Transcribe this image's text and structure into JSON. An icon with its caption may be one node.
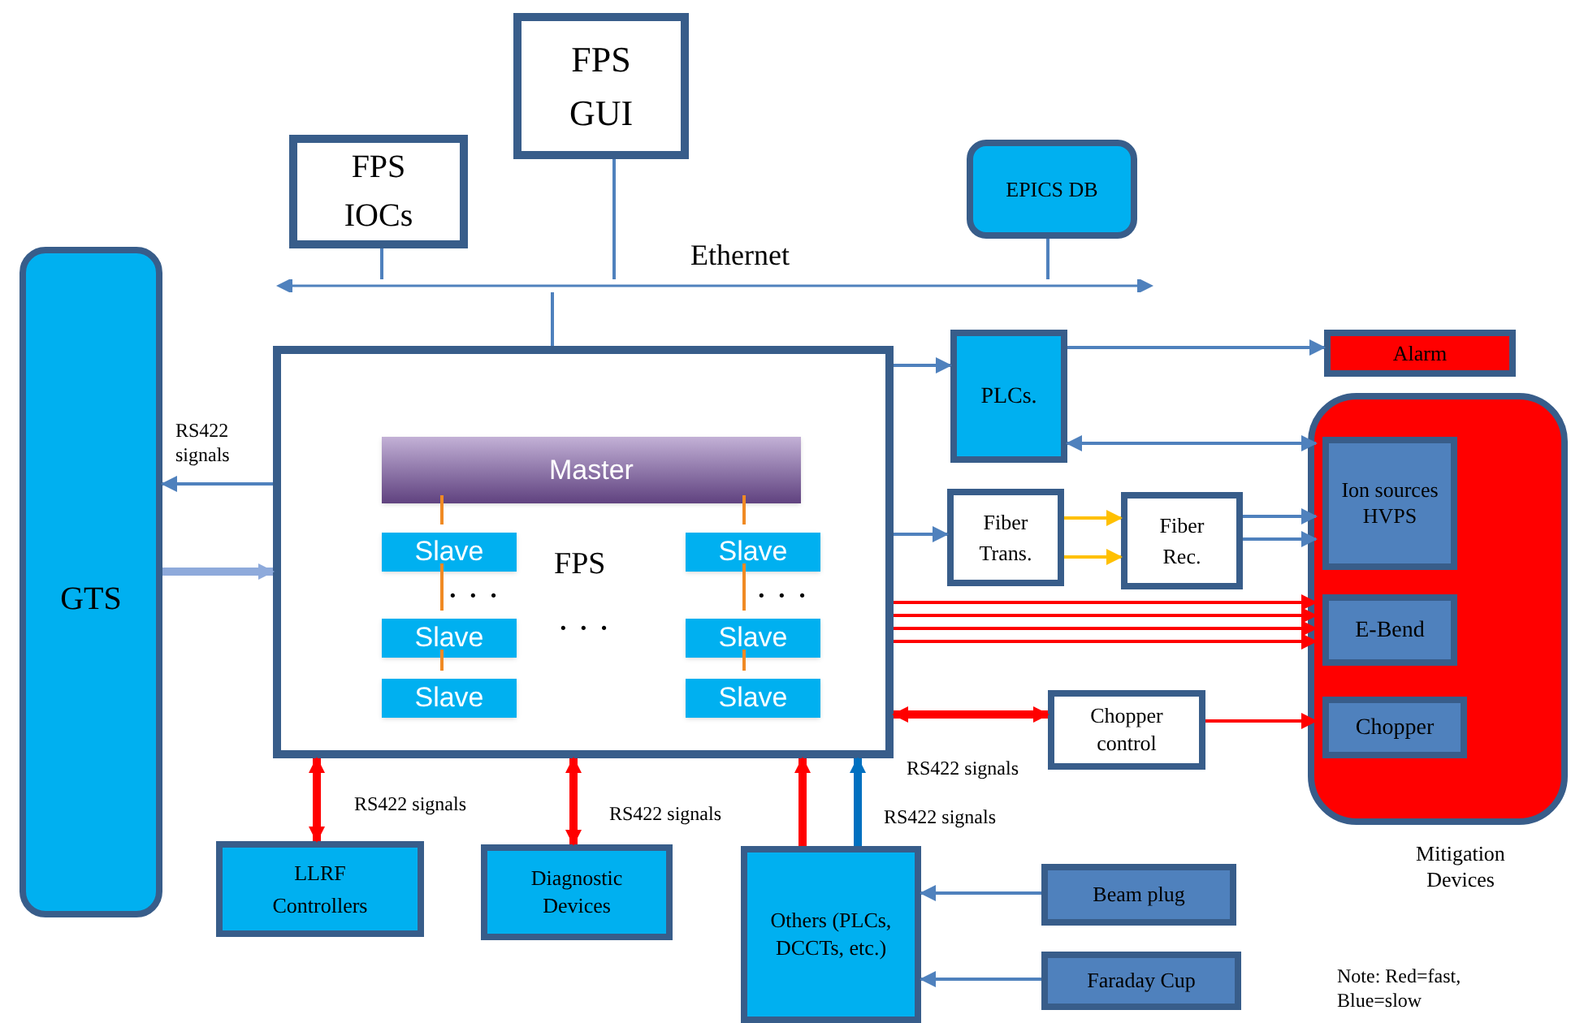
{
  "diagram": {
    "nodes": [
      {
        "text": [
          "FPS",
          "GUI"
        ]
      },
      {
        "text": [
          "FPS",
          "IOCs"
        ]
      },
      {
        "text": [
          "EPICS DB"
        ]
      },
      {
        "text": [
          "Ethernet"
        ]
      },
      {
        "text": [
          "GTS"
        ]
      },
      {
        "text": [
          "FPS"
        ]
      },
      {
        "text": [
          "Master"
        ],
        "in": 5
      },
      {
        "text": [
          "Slave"
        ],
        "in": 5
      },
      {
        "text": [
          "Slave"
        ],
        "in": 5
      },
      {
        "text": [
          "Slave"
        ],
        "in": 5
      },
      {
        "text": [
          "Slave"
        ],
        "in": 5
      },
      {
        "text": [
          "Slave"
        ],
        "in": 5
      },
      {
        "text": [
          "Slave"
        ],
        "in": 5
      },
      {
        "text": [
          "PLCs."
        ]
      },
      {
        "text": [
          "Alarm"
        ]
      },
      {
        "text": [
          "Mitigation Devices"
        ]
      },
      {
        "text": [
          "Ion sources",
          "HVPS"
        ],
        "in": 15
      },
      {
        "text": [
          "E-Bend"
        ],
        "in": 15
      },
      {
        "text": [
          "Chopper"
        ],
        "in": 15
      },
      {
        "text": [
          "Fiber",
          "Trans."
        ]
      },
      {
        "text": [
          "Fiber",
          "Rec."
        ]
      },
      {
        "text": [
          "Chopper control"
        ]
      },
      {
        "text": [
          "LLRF",
          "Controllers"
        ]
      },
      {
        "text": [
          "Diagnostic Devices"
        ]
      },
      {
        "text": [
          "Others (PLCs, DCCTs, etc.)"
        ]
      },
      {
        "text": [
          "Beam plug"
        ]
      },
      {
        "text": [
          "Faraday Cup"
        ]
      }
    ],
    "edges": [
      {
        "from": 0,
        "to": 3,
        "arrow": "none"
      },
      {
        "from": 1,
        "to": 3,
        "arrow": "none"
      },
      {
        "from": 2,
        "to": 3,
        "arrow": "none"
      },
      {
        "from": 5,
        "to": 3,
        "arrow": "none"
      },
      {
        "from": 5,
        "to": 4,
        "arrow": "to",
        "label": "RS422 signals"
      },
      {
        "from": 4,
        "to": 5,
        "arrow": "to",
        "style": "thick",
        "color": "#8eaadb"
      },
      {
        "from": 6,
        "to": 7,
        "arrow": "none",
        "color": "#f08a24"
      },
      {
        "from": 7,
        "to": 8,
        "arrow": "none",
        "color": "#f08a24"
      },
      {
        "from": 8,
        "to": 9,
        "arrow": "none",
        "color": "#f08a24"
      },
      {
        "from": 6,
        "to": 10,
        "arrow": "none",
        "color": "#f08a24"
      },
      {
        "from": 10,
        "to": 11,
        "arrow": "none",
        "color": "#f08a24"
      },
      {
        "from": 11,
        "to": 12,
        "arrow": "none",
        "color": "#f08a24"
      },
      {
        "from": 5,
        "to": 13,
        "arrow": "to"
      },
      {
        "from": 13,
        "to": 14,
        "arrow": "to"
      },
      {
        "from": 13,
        "to": 16,
        "arrow": "both"
      },
      {
        "from": 5,
        "to": 19,
        "arrow": "to"
      },
      {
        "from": 19,
        "to": 20,
        "arrow": "to",
        "color": "#ffc000"
      },
      {
        "from": 19,
        "to": 20,
        "arrow": "to",
        "color": "#ffc000"
      },
      {
        "from": 20,
        "to": 16,
        "arrow": "to"
      },
      {
        "from": 20,
        "to": 16,
        "arrow": "to"
      },
      {
        "from": 5,
        "to": 17,
        "arrow": "to",
        "color": "#ff0000"
      },
      {
        "from": 5,
        "to": 17,
        "arrow": "to",
        "color": "#ff0000"
      },
      {
        "from": 5,
        "to": 17,
        "arrow": "to",
        "color": "#ff0000"
      },
      {
        "from": 5,
        "to": 17,
        "arrow": "to",
        "color": "#ff0000"
      },
      {
        "from": 5,
        "to": 21,
        "arrow": "both",
        "style": "thick",
        "color": "#ff0000",
        "label": "RS422 signals"
      },
      {
        "from": 21,
        "to": 18,
        "arrow": "to",
        "color": "#ff0000"
      },
      {
        "from": 5,
        "to": 22,
        "arrow": "both",
        "style": "thick",
        "color": "#ff0000",
        "label": "RS422 signals"
      },
      {
        "from": 5,
        "to": 23,
        "arrow": "both",
        "style": "thick",
        "color": "#ff0000",
        "label": "RS422 signals"
      },
      {
        "from": 24,
        "to": 5,
        "arrow": "to",
        "style": "thick",
        "color": "#ff0000"
      },
      {
        "from": 24,
        "to": 5,
        "arrow": "to",
        "style": "thick",
        "color": "#0070c0",
        "label": "RS422 signals"
      },
      {
        "from": 25,
        "to": 24,
        "arrow": "to"
      },
      {
        "from": 26,
        "to": 24,
        "arrow": "to"
      }
    ],
    "labels": [
      "· · ·",
      "· · ·",
      "· · ·",
      "Note: Red=fast, Blue=slow"
    ]
  }
}
